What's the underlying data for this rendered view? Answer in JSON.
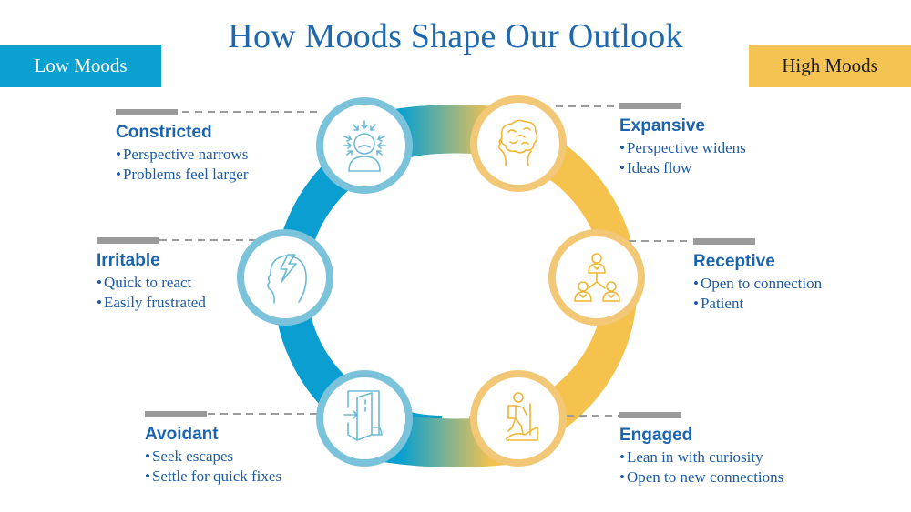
{
  "title": "How Moods Shape Our Outlook",
  "badges": {
    "low": "Low Moods",
    "high": "High Moods"
  },
  "colors": {
    "title": "#1f68ae",
    "low": "#0aa0d0",
    "low_circle": "#7bc3da",
    "high": "#f4c351",
    "high_circle": "#f2c877",
    "heading": "#1b63ad",
    "text": "#1d5aa3",
    "bar": "#9a9a9a"
  },
  "moods": [
    {
      "id": "constricted",
      "group": "low",
      "heading": "Constricted",
      "icon": "pressured-person-icon",
      "bullets": [
        "Perspective narrows",
        "Problems feel larger"
      ]
    },
    {
      "id": "irritable",
      "group": "low",
      "heading": "Irritable",
      "icon": "lightning-head-icon",
      "bullets": [
        "Quick to react",
        "Easily frustrated"
      ]
    },
    {
      "id": "avoidant",
      "group": "low",
      "heading": "Avoidant",
      "icon": "exit-door-icon",
      "bullets": [
        "Seek escapes",
        "Settle for quick fixes"
      ]
    },
    {
      "id": "expansive",
      "group": "high",
      "heading": "Expansive",
      "icon": "brain-head-icon",
      "bullets": [
        "Perspective widens",
        "Ideas flow"
      ]
    },
    {
      "id": "receptive",
      "group": "high",
      "heading": "Receptive",
      "icon": "people-network-icon",
      "bullets": [
        "Open to connection",
        "Patient"
      ]
    },
    {
      "id": "engaged",
      "group": "high",
      "heading": "Engaged",
      "icon": "hiker-icon",
      "bullets": [
        "Lean in with curiosity",
        "Open to new connections"
      ]
    }
  ]
}
